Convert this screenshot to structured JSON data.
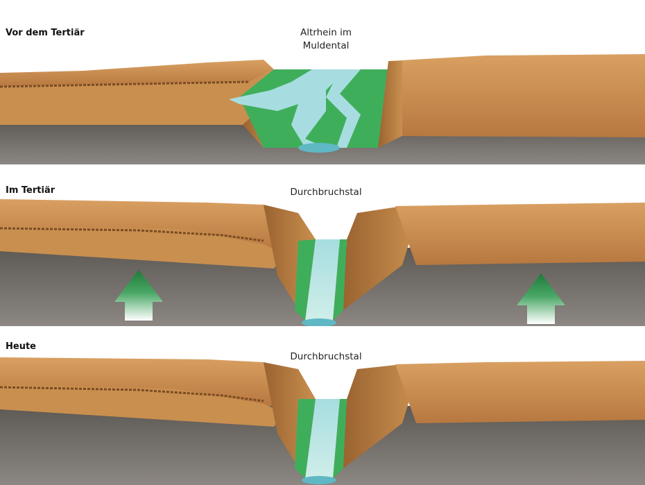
{
  "stages": [
    {
      "title": "Vor dem Tertiär",
      "caption_lines": [
        "Altrhein im",
        "Muldental"
      ]
    },
    {
      "title": "Im Tertiär",
      "caption_lines": [
        "Durchbruchstal"
      ]
    },
    {
      "title": "Heute",
      "caption_lines": [
        "Durchbruchstal"
      ]
    }
  ],
  "colors": {
    "rock": "#c98f4f",
    "rock_dark": "#8a5a2b",
    "meadow": "#3fae5b",
    "water": "#9fd6da",
    "ground": "#7a7570",
    "uplift_arrow": "#2e8b4a"
  }
}
